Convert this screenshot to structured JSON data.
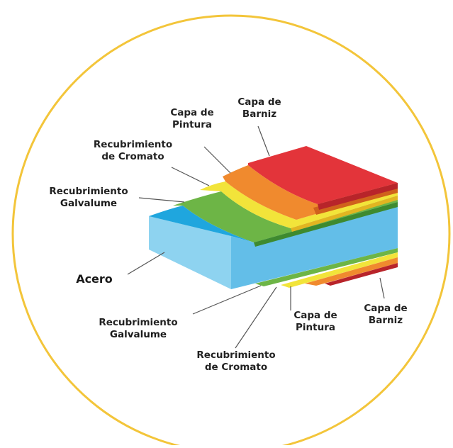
{
  "colors": {
    "ring": "#F3C53A",
    "steel_top": "#1FA6DE",
    "steel_front": "#8ED3F0",
    "steel_right": "#63BEE8",
    "galvalume": "#6DB546",
    "galvalume_dark": "#3E8A2F",
    "chromate": "#F2E43A",
    "chromate_dark": "#E2B521",
    "paint": "#F08A2E",
    "paint_dark": "#D0611C",
    "varnish": "#E3343A",
    "varnish_dark": "#B8242A",
    "leader": "#555555"
  },
  "labels": {
    "top": {
      "varnish": [
        "Capa de",
        "Barniz"
      ],
      "paint": [
        "Capa de",
        "Pintura"
      ],
      "chromate": [
        "Recubrimiento",
        "de Cromato"
      ],
      "galvalume": [
        "Recubrimiento",
        "Galvalume"
      ]
    },
    "steel": "Acero",
    "bottom": {
      "galvalume": [
        "Recubrimiento",
        "Galvalume"
      ],
      "chromate": [
        "Recubrimiento",
        "de Cromato"
      ],
      "paint": [
        "Capa de",
        "Pintura"
      ],
      "varnish": [
        "Capa de",
        "Barniz"
      ]
    }
  }
}
